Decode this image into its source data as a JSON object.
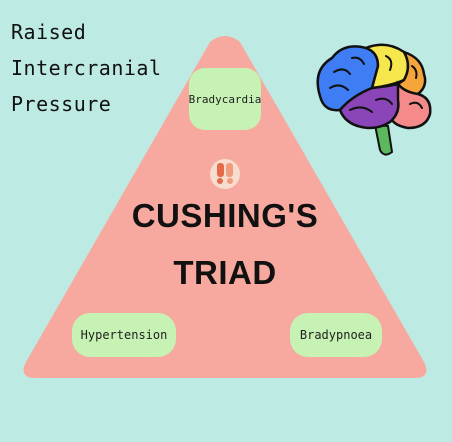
{
  "side_text": [
    "Raised",
    "Intercranial",
    "Pressure"
  ],
  "title": {
    "line1": "CUSHING'S",
    "line2": "TRIAD"
  },
  "nodes": {
    "top": "Bradycardia",
    "left": "Hypertension",
    "right": "Bradypnoea"
  },
  "colors": {
    "background": "#bdeae3",
    "triangle": "#f8a99f",
    "pill": "#c6f2b4",
    "brain_blue": "#3f7df5",
    "brain_yellow": "#f6e84c",
    "brain_purple": "#8a46b8",
    "brain_orange": "#f6a53a",
    "brain_pink": "#f48a8a",
    "brain_green": "#5cb85c"
  },
  "icons": [
    "brain-icon",
    "logo-icon"
  ]
}
